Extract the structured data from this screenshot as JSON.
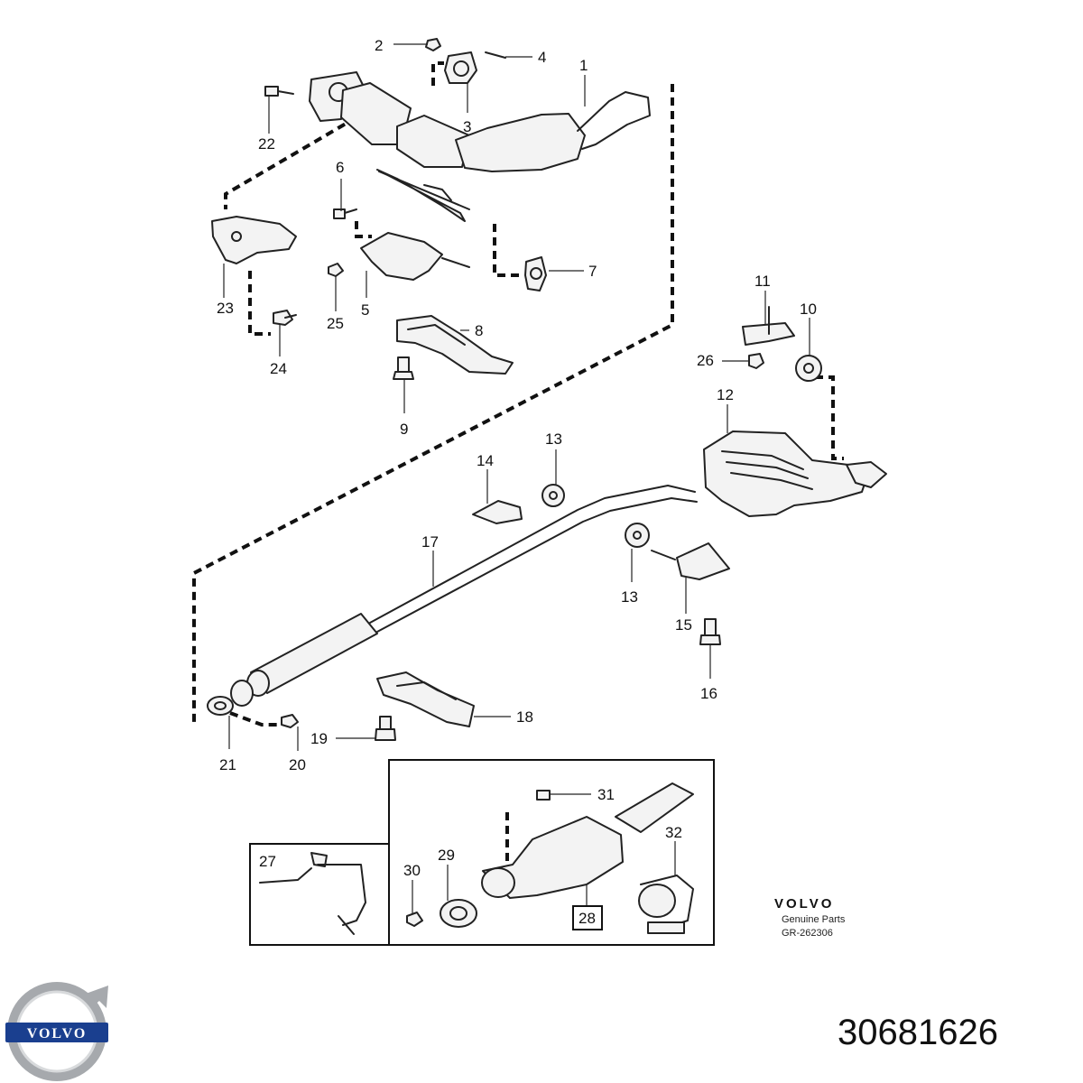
{
  "callouts": {
    "c1": "1",
    "c2": "2",
    "c3": "3",
    "c4": "4",
    "c5": "5",
    "c6": "6",
    "c7": "7",
    "c8": "8",
    "c9": "9",
    "c10": "10",
    "c11": "11",
    "c12": "12",
    "c13a": "13",
    "c13b": "13",
    "c14": "14",
    "c15": "15",
    "c16": "16",
    "c17": "17",
    "c18": "18",
    "c19": "19",
    "c20": "20",
    "c21": "21",
    "c22": "22",
    "c23": "23",
    "c24": "24",
    "c25": "25",
    "c26": "26",
    "c27": "27",
    "c28": "28",
    "c29": "29",
    "c30": "30",
    "c31": "31",
    "c32": "32"
  },
  "brand": {
    "wordmark": "VOLVO",
    "line1": "Genuine Parts",
    "ref": "GR-262306"
  },
  "logo": {
    "text": "VOLVO",
    "color": "#1a3f8f"
  },
  "part_number": "30681626"
}
